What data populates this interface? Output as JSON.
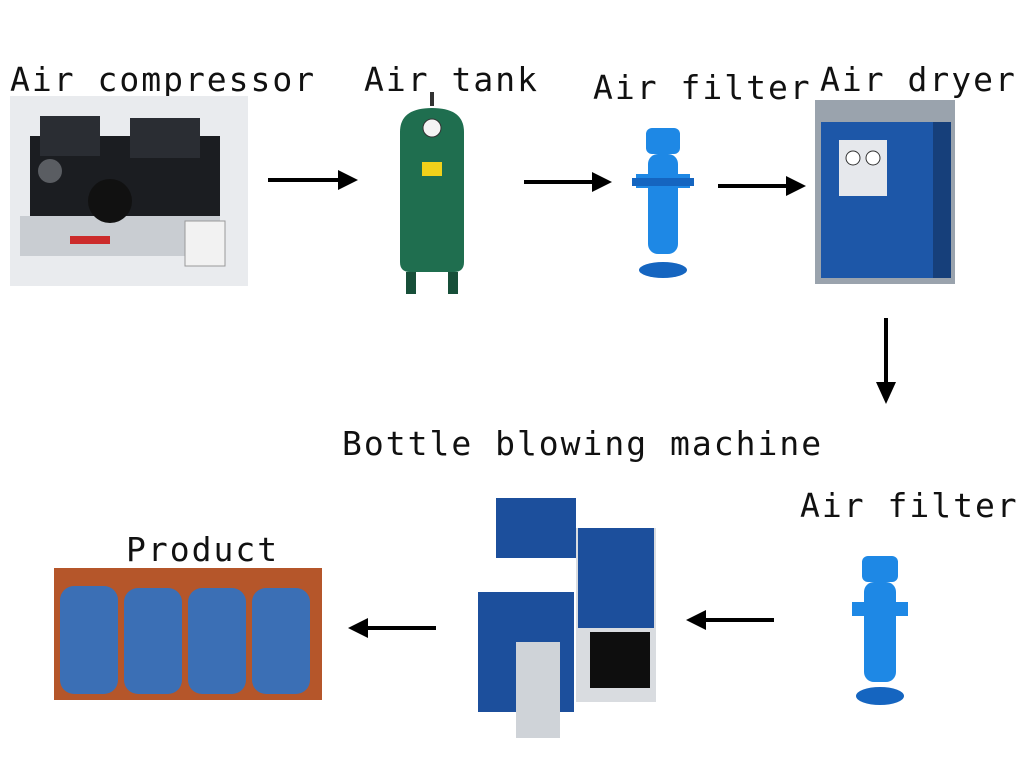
{
  "steps": [
    {
      "id": "air-compressor",
      "label": "Air compressor"
    },
    {
      "id": "air-tank",
      "label": "Air tank"
    },
    {
      "id": "air-filter-1",
      "label": "Air filter"
    },
    {
      "id": "air-dryer",
      "label": "Air dryer"
    },
    {
      "id": "air-filter-2",
      "label": "Air filter"
    },
    {
      "id": "bottle-blowing-machine",
      "label": "Bottle blowing machine"
    },
    {
      "id": "product",
      "label": "Product"
    }
  ],
  "colors": {
    "arrow": "#000000",
    "tank_green": "#1f6e4f",
    "filter_blue": "#1e88e5",
    "dryer_blue": "#1d57a8",
    "bottle_blue": "#3b6fb5",
    "machine_blue": "#1c4f9c"
  }
}
